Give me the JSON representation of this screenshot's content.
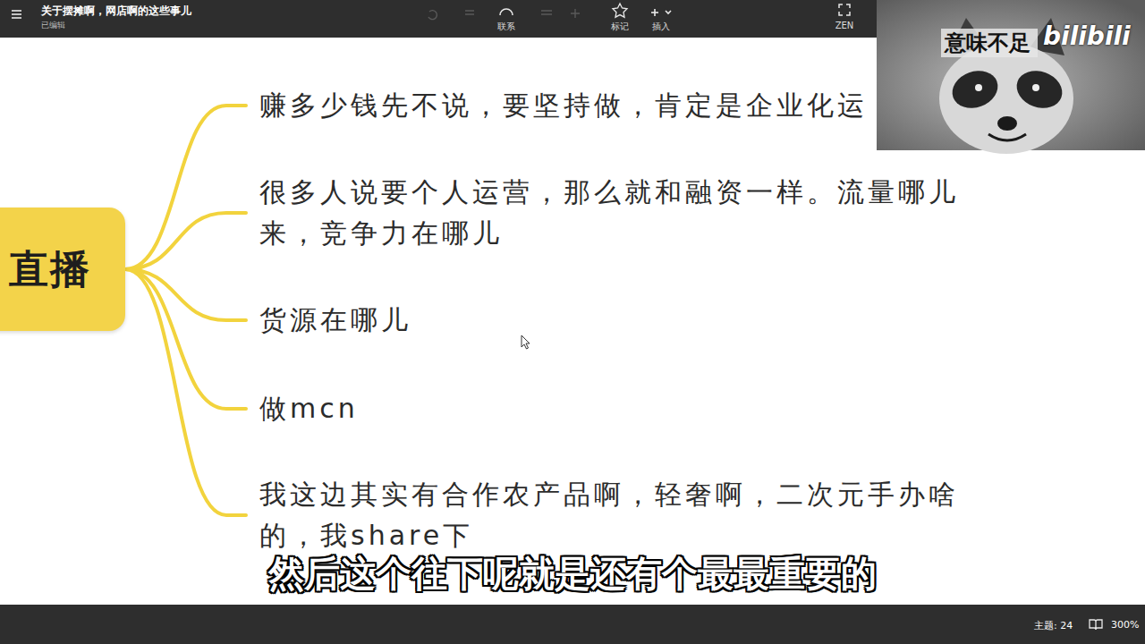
{
  "diagram": {
    "nodes": [
      {
        "text": [
          "直播"
        ]
      },
      {
        "text": [
          "赚多少钱先不说，要坚持做，肯定是企业化运"
        ]
      },
      {
        "text": [
          "很多人说要个人运营，那么就和融资一样。流量哪儿 来，竞争力在哪儿"
        ]
      },
      {
        "text": [
          "货源在哪儿"
        ]
      },
      {
        "text": [
          "做mcn"
        ]
      },
      {
        "text": [
          "我这边其实有合作农产品啊，轻奢啊，二次元手办啥 的，我share下"
        ]
      }
    ],
    "edges": [
      {
        "from": 0,
        "to": 1,
        "arrow": "none"
      },
      {
        "from": 0,
        "to": 2,
        "arrow": "none"
      },
      {
        "from": 0,
        "to": 3,
        "arrow": "none"
      },
      {
        "from": 0,
        "to": 4,
        "arrow": "none"
      },
      {
        "from": 0,
        "to": 5,
        "arrow": "none"
      }
    ],
    "labels": [
      "关于摆摊啊，网店啊的这些事儿",
      "已编辑",
      "联系",
      "标记",
      "插入",
      "ZEN",
      "意味不足",
      "bilibili",
      "然后这个往下呢就是还有个最最重要的",
      "主题: 24",
      "300%"
    ]
  }
}
